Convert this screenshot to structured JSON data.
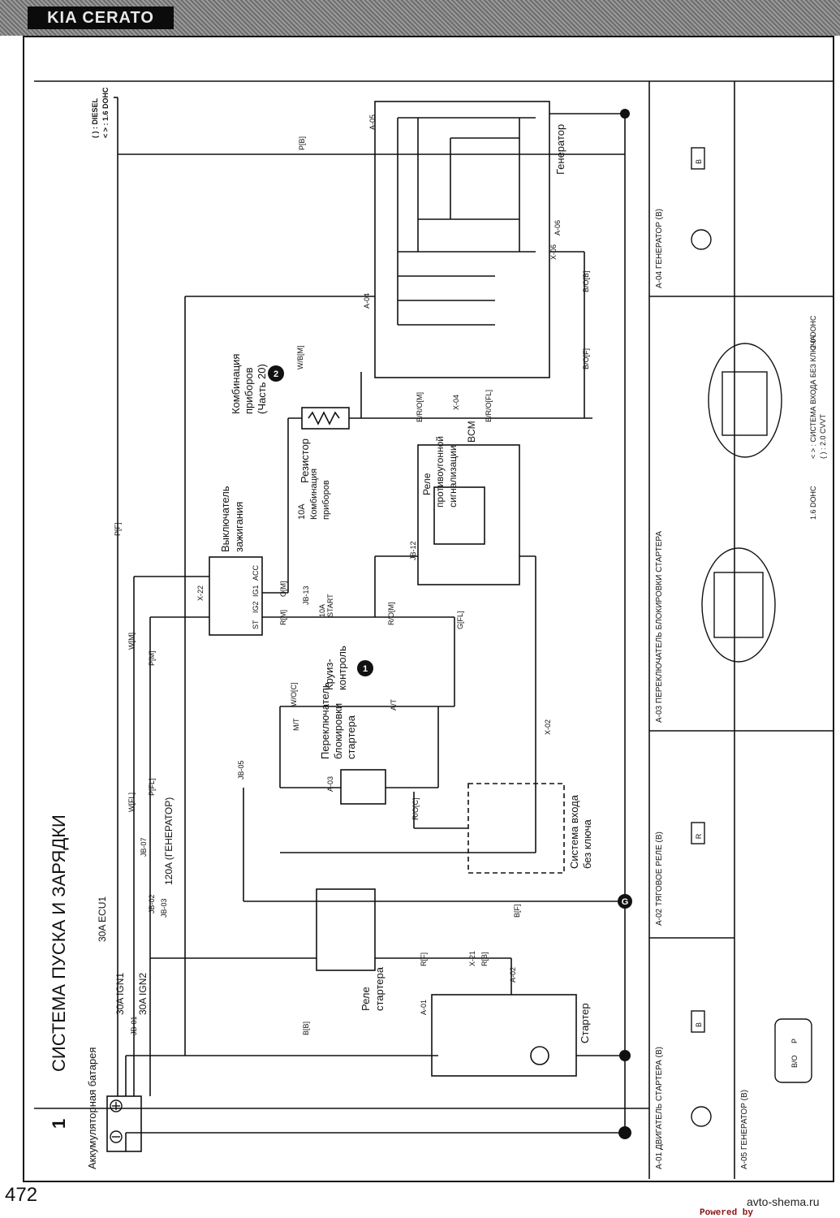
{
  "header": {
    "brand": "KIA CERATO"
  },
  "page_number": "472",
  "footer": {
    "site": "avto-shema.ru",
    "powered": "Powered by"
  },
  "diagram": {
    "section_number": "1",
    "title": "СИСТЕМА ПУСКА И ЗАРЯДКИ",
    "legend": [
      "( ) : DIESEL",
      "< > : 1.6 DOHC"
    ],
    "components": {
      "battery": "Аккумуляторная батарея",
      "starter": "Стартер",
      "starter_relay": [
        "Реле",
        "стартера"
      ],
      "ignition_switch": [
        "Выключатель",
        "зажигания"
      ],
      "ign_terminals": [
        "ST",
        "IG2",
        "IG1",
        "ACC"
      ],
      "resistor": "Резистор",
      "generator": "Генератор",
      "instrument_cluster": [
        "Комбинация",
        "приборов",
        "(Часть 20)"
      ],
      "cruise_control": [
        "Круиз-",
        "контроль"
      ],
      "inhibitor_switch": [
        "Переключатель",
        "блокировки",
        "стартера"
      ],
      "keyless_entry": [
        "Система входа",
        "без ключа"
      ],
      "bcm_relay": [
        "Реле",
        "противоугонной",
        "сигнализации"
      ],
      "bcm": "BCM"
    },
    "fuses": {
      "ecu1": "30A ECU1",
      "ign1": "30A IGN1",
      "ign2": "30A IGN2",
      "gen": "120A (ГЕНЕРАТОР)",
      "start": [
        "10A",
        "START"
      ],
      "cluster": [
        "10A",
        "Комбинация",
        "приборов"
      ]
    },
    "connectors": [
      "JB-01",
      "JB-02",
      "JB-03",
      "JB-05",
      "JB-07",
      "JB-12",
      "JB-13",
      "X-02",
      "X-04",
      "X-06",
      "X-21",
      "X-22",
      "A-01",
      "A-02",
      "A-03",
      "A-04",
      "A-05",
      "A-06"
    ],
    "wires": [
      "B[B]",
      "B[F]",
      "R[F]",
      "R[B]",
      "P[F]",
      "P[B]",
      "P[M]",
      "P[FL]",
      "W[M]",
      "W[FL]",
      "O[M]",
      "R[M]",
      "R/O[M]",
      "R/O[C]",
      "W/O[C]",
      "G[FL]",
      "B/R/O[M]",
      "B/R/O[FL]",
      "B/O[F]",
      "B/O[B]",
      "W/B[M]"
    ],
    "ground": "G",
    "at_mt": [
      "A/T",
      "M/T"
    ],
    "panel": {
      "a01": "A-01  ДВИГАТЕЛЬ СТАРТЕРА (B)",
      "a02": "A-02  ТЯГОВОЕ РЕЛЕ (B)",
      "a03": "A-03  ПЕРЕКЛЮЧАТЕЛЬ БЛОКИРОВКИ СТАРТЕРА",
      "a04": "A-04  ГЕНЕРАТОР (B)",
      "a05": "A-05  ГЕНЕРАТОР (B)",
      "keyless": "< > : СИСТЕМА ВХОДА БЕЗ КЛЮЧА",
      "cvvt": "( ) : 2.0 CVVT",
      "dohc16": "1.6 DOHC",
      "dohc20": "2.0 DOHC",
      "pin_b": "B",
      "pin_r": "R",
      "pin_bo": "B/O",
      "pin_p": "P"
    }
  }
}
